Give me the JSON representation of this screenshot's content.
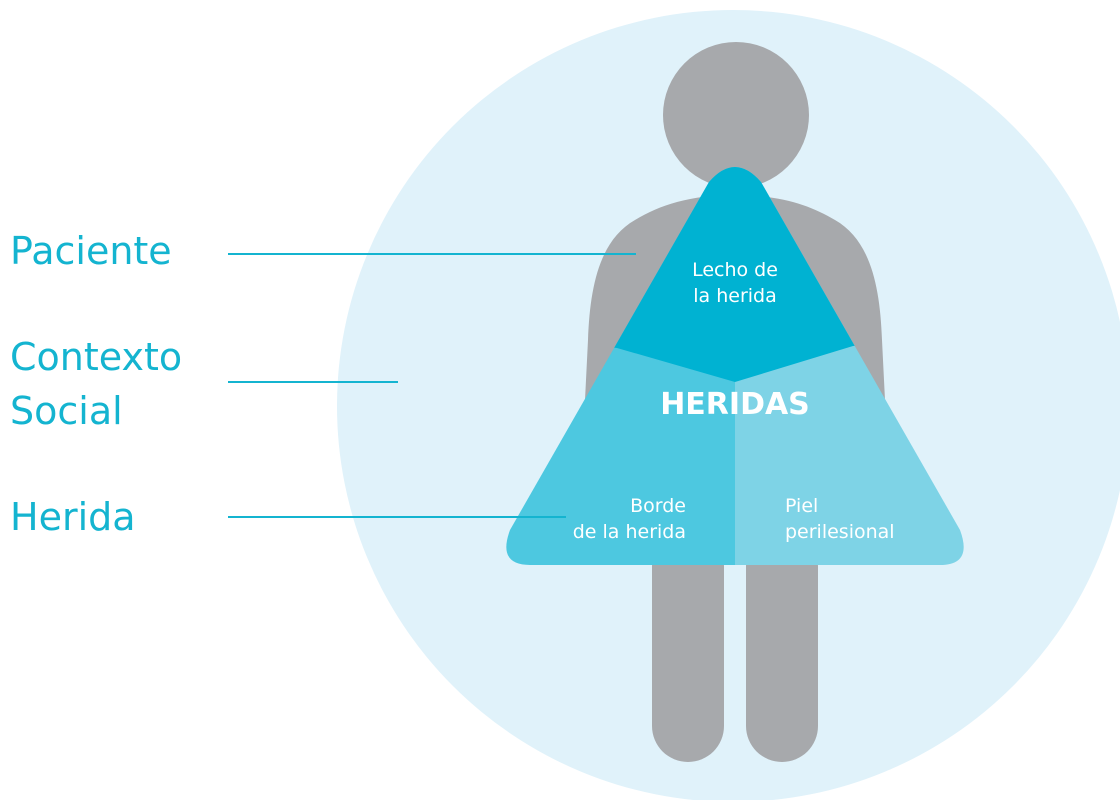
{
  "labels": {
    "patient": "Paciente",
    "context_line1": "Contexto",
    "context_line2": "Social",
    "wound": "Herida"
  },
  "triangle": {
    "center": "HERIDAS",
    "top_line1": "Lecho de",
    "top_line2": "la herida",
    "left_line1": "Borde",
    "left_line2": "de la herida",
    "right_line1": "Piel",
    "right_line2": "perilesional"
  },
  "colors": {
    "background_circle": "#e0f2fa",
    "figure": "#a7a9ac",
    "triangle_top": "#00b2d2",
    "triangle_left": "#4dc8e0",
    "triangle_right": "#7ed3e6",
    "leader_lines": "#14b4d0",
    "label_text": "#14b4d0",
    "triangle_text": "#ffffff"
  }
}
